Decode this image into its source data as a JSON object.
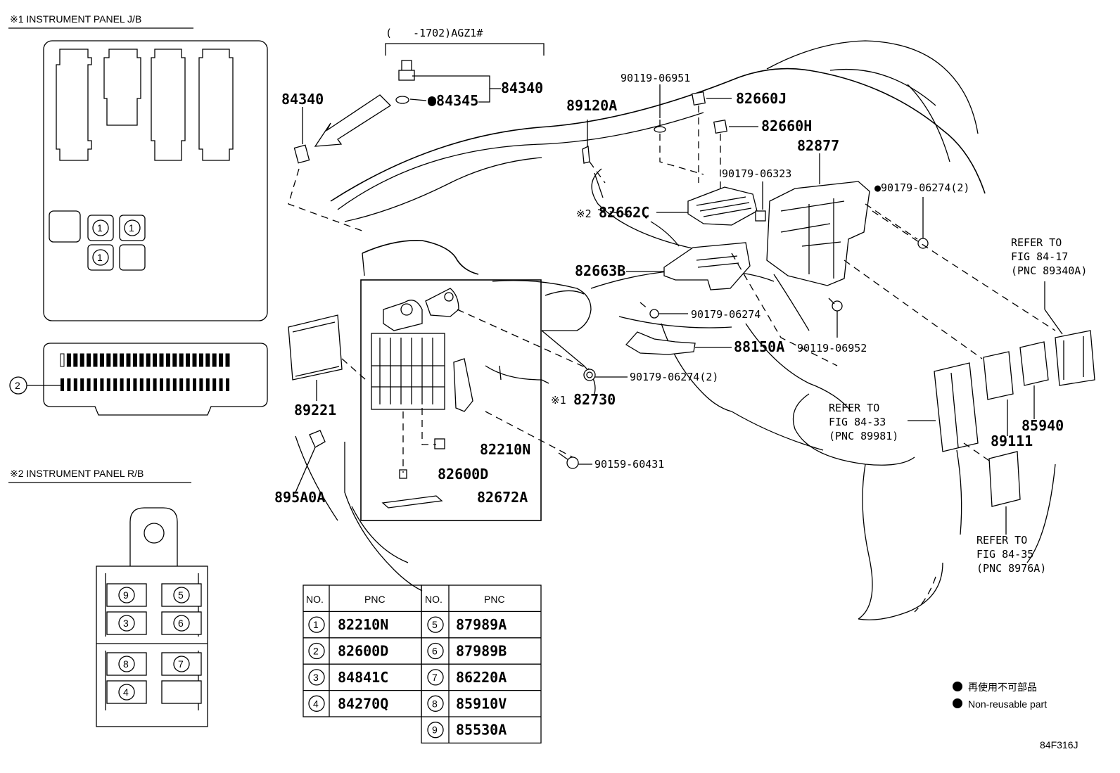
{
  "notes": {
    "jb_title": "※1 INSTRUMENT PANEL J/B",
    "rb_title": "※2 INSTRUMENT PANEL R/B",
    "serial_range": "(　　-1702)AGZ1#",
    "circled_1": "1",
    "circled_2": "2",
    "mark_1": "※1",
    "mark_2": "※2"
  },
  "callouts": {
    "p84340_top": "84340",
    "p84345": "●84345",
    "p84340_left": "84340",
    "p89120A": "89120A",
    "p90119_06951": "90119-06951",
    "p82660J": "82660J",
    "p82660H": "82660H",
    "p82877": "82877",
    "p90179_06323": "90179-06323",
    "p90179_06274_2_top": "●90179-06274(2)",
    "p82662C": "82662C",
    "p82663B": "82663B",
    "p90179_06274": "90179-06274",
    "p88150A": "88150A",
    "p90119_06952": "90119-06952",
    "p90179_06274_2": "90179-06274(2)",
    "p82730": "82730",
    "p82210N": "82210N",
    "p82600D": "82600D",
    "p82672A": "82672A",
    "p90159_60431": "90159-60431",
    "p89221": "89221",
    "p895A0A": "895A0A",
    "p89111": "89111",
    "p85940": "85940"
  },
  "refer": {
    "r1": [
      "REFER TO",
      "FIG 84-17",
      "(PNC 89340A)"
    ],
    "r2": [
      "REFER TO",
      "FIG 84-33",
      "(PNC 89981)"
    ],
    "r3": [
      "REFER TO",
      "FIG 84-35",
      "(PNC 8976A)"
    ]
  },
  "rb_slots": [
    "9",
    "5",
    "3",
    "6",
    "8",
    "7",
    "4"
  ],
  "table": {
    "headers": [
      "NO.",
      "PNC",
      "NO.",
      "PNC"
    ],
    "left_rows": [
      {
        "no": "1",
        "pnc": "82210N"
      },
      {
        "no": "2",
        "pnc": "82600D"
      },
      {
        "no": "3",
        "pnc": "84841C"
      },
      {
        "no": "4",
        "pnc": "84270Q"
      }
    ],
    "right_rows": [
      {
        "no": "5",
        "pnc": "87989A"
      },
      {
        "no": "6",
        "pnc": "87989B"
      },
      {
        "no": "7",
        "pnc": "86220A"
      },
      {
        "no": "8",
        "pnc": "85910V"
      },
      {
        "no": "9",
        "pnc": "85530A"
      }
    ]
  },
  "legend": {
    "ja": "再使用不可部品",
    "en": "Non-reusable part"
  },
  "figure_id": "84F316J"
}
